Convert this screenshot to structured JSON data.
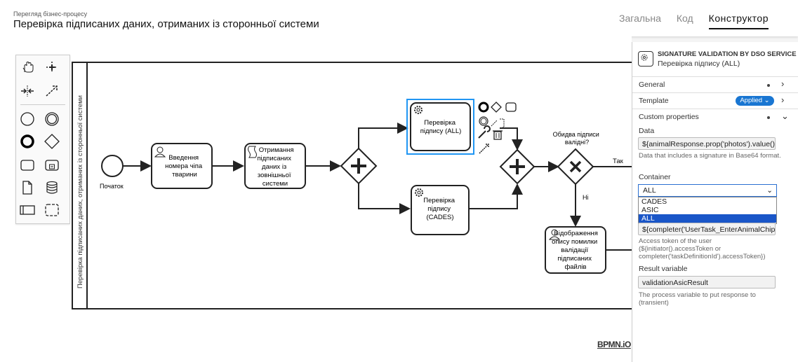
{
  "header": {
    "subtitle": "Перегляд бізнес-процесу",
    "title": "Перевірка підписаних даних, отриманих із сторонньої системи",
    "tabs": [
      {
        "label": "Загальна",
        "active": false
      },
      {
        "label": "Код",
        "active": false
      },
      {
        "label": "Конструктор",
        "active": true
      }
    ]
  },
  "palette": {
    "tools": [
      "hand-tool-icon",
      "lasso-tool-icon",
      "space-tool-icon",
      "connect-tool-icon",
      "start-event-icon",
      "intermediate-event-icon",
      "end-event-icon",
      "gateway-icon",
      "task-icon",
      "subprocess-icon",
      "data-object-icon",
      "data-store-icon",
      "pool-icon",
      "group-icon"
    ]
  },
  "diagram": {
    "pool_label": "Перевірка підписаних даних, отриманих із сторонньої системи",
    "start_label": "Початок",
    "task_enter_chip": [
      "Введення",
      "номера чіпа",
      "тварини"
    ],
    "task_receive_data": [
      "Отримання",
      "підписаних",
      "даних із",
      "зовнішньої",
      "системи"
    ],
    "task_verify_all": [
      "Перевірка",
      "підпису (ALL)"
    ],
    "task_verify_cades": [
      "Перевірка",
      "підпису",
      "(CADES)"
    ],
    "gateway_question": [
      "Обидва підписи",
      "валідні?"
    ],
    "flow_yes": "Так",
    "flow_no": "Ні",
    "task_show_error": [
      "Відображення",
      "опису помилки",
      "валідації",
      "підписаних",
      "файлів"
    ],
    "watermark": "BPMN.iO"
  },
  "panel": {
    "title": "SIGNATURE VALIDATION BY DSO SERVICE",
    "subtitle": "Перевірка підпису (ALL)",
    "sections": {
      "general": "General",
      "template": "Template",
      "template_badge": "Applied",
      "custom": "Custom properties"
    },
    "fields": {
      "data_label": "Data",
      "data_value": "${animalResponse.prop('photos').value()}",
      "data_desc": "Data that includes a signature in Base64 format.",
      "container_label": "Container",
      "container_value": "ALL",
      "container_options": [
        "CADES",
        "ASIC",
        "ALL"
      ],
      "token_value": "${completer('UserTask_EnterAnimalChipN",
      "token_desc_1": "Access token of the user",
      "token_desc_2": "(${initiator().accessToken or",
      "token_desc_3": "completer('taskDefinitionId').accessToken})",
      "result_label": "Result variable",
      "result_value": "validationAsicResult",
      "result_desc": "The process variable to put response to (transient)"
    }
  },
  "colors": {
    "accent": "#1976d2",
    "selection": "#2196f3",
    "dropdown_selected": "#1a56c8"
  }
}
